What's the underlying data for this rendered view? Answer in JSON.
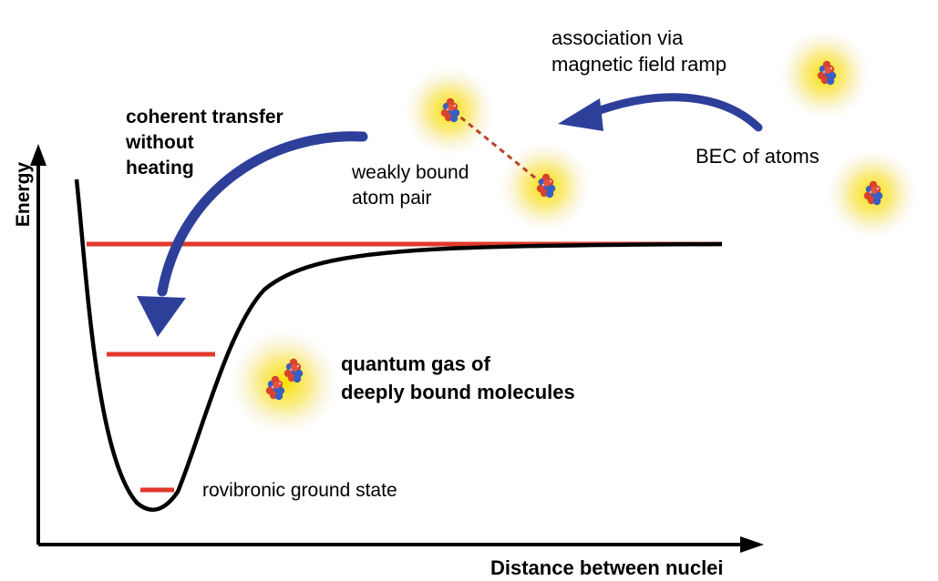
{
  "axes": {
    "y_label": "Energy",
    "x_label": "Distance between nuclei"
  },
  "labels": {
    "coherent_transfer": [
      "coherent transfer",
      "without",
      "heating"
    ],
    "association": [
      "association via",
      "magnetic field ramp"
    ],
    "weakly_bound": [
      "weakly bound",
      "atom pair"
    ],
    "bec": "BEC of atoms",
    "quantum_gas": [
      "quantum gas of",
      "deeply bound molecules"
    ],
    "ground_state": "rovibronic ground state"
  },
  "colors": {
    "curve": "#000000",
    "level": "#e0392b",
    "arrow": "#2e3f9a",
    "bond": "#b5452a",
    "glow": "#f6d21b"
  },
  "icons": [
    "atom-cluster-icon"
  ]
}
